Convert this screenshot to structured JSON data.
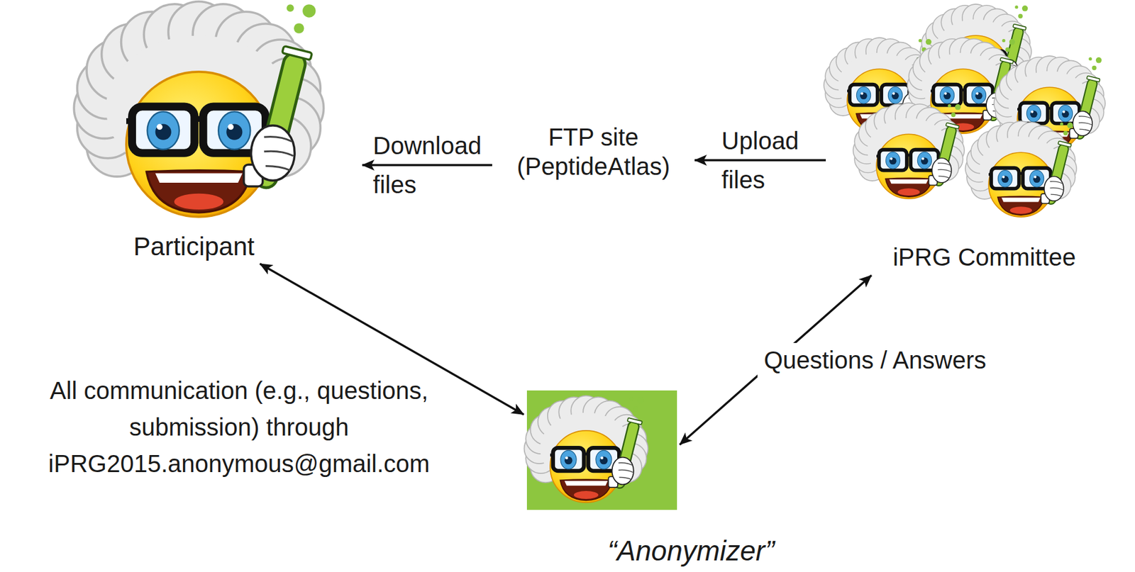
{
  "diagram": {
    "nodes": [
      {
        "text": [
          "Participant"
        ]
      },
      {
        "text": [
          "FTP site (PeptideAtlas)"
        ]
      },
      {
        "text": [
          "iPRG Committee"
        ]
      },
      {
        "text": [
          "“Anonymizer”"
        ]
      }
    ],
    "edges": [
      {
        "from": 2,
        "to": 1,
        "arrow": "to",
        "label": "Upload files"
      },
      {
        "from": 1,
        "to": 0,
        "arrow": "to",
        "label": "Download files"
      },
      {
        "from": 0,
        "to": 3,
        "arrow": "both"
      },
      {
        "from": 3,
        "to": 2,
        "arrow": "both",
        "label": "Questions / Answers"
      }
    ],
    "labels": [
      "All communication (e.g., questions, submission) through iPRG2015.anonymous@gmail.com"
    ]
  }
}
